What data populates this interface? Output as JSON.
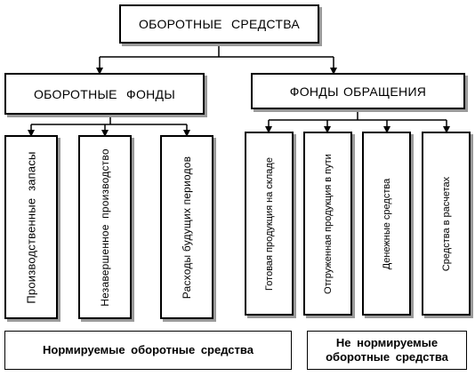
{
  "root": {
    "label": "ОБОРОТНЫЕ   СРЕДСТВА"
  },
  "groups": [
    {
      "label": "ОБОРОТНЫЕ   ФОНДЫ",
      "items": [
        "Производственные  запасы",
        "Незавершенное  производство",
        "Расходы будущих периодов"
      ]
    },
    {
      "label": "ФОНДЫ ОБРАЩЕНИЯ",
      "items": [
        "Готовая продукция на складе",
        "Отгруженная продукция в пути",
        "Денежные средства",
        "Средства в расчетах"
      ]
    }
  ],
  "footer": {
    "normed": "Нормируемые  оборотные  средства",
    "non_normed_line1": "Не нормируемые",
    "non_normed_line2": "оборотные  средства"
  }
}
